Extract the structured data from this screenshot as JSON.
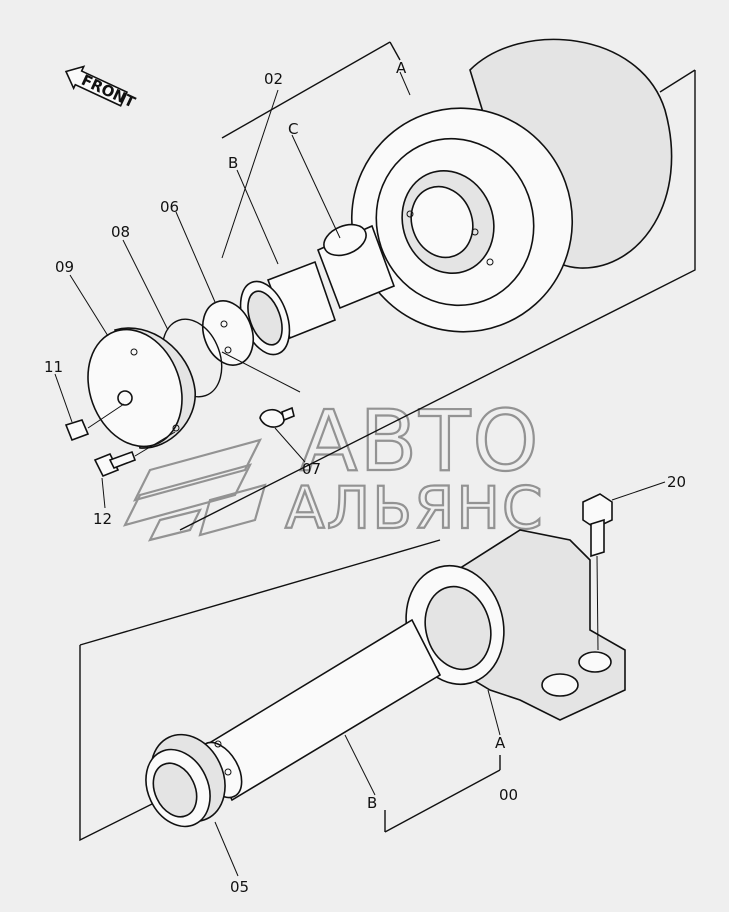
{
  "direction": {
    "label": "FRONT"
  },
  "watermark": {
    "line1": "АВТО",
    "line2": "АЛЬЯНС"
  },
  "callouts": {
    "p00": "00",
    "p02": "02",
    "p05": "05",
    "p06": "06",
    "p07": "07",
    "p08": "08",
    "p09": "09",
    "p11": "11",
    "p12": "12",
    "p20": "20",
    "A_top": "A",
    "A_bottom": "A",
    "B_top": "B",
    "B_bottom": "B",
    "C": "C"
  }
}
